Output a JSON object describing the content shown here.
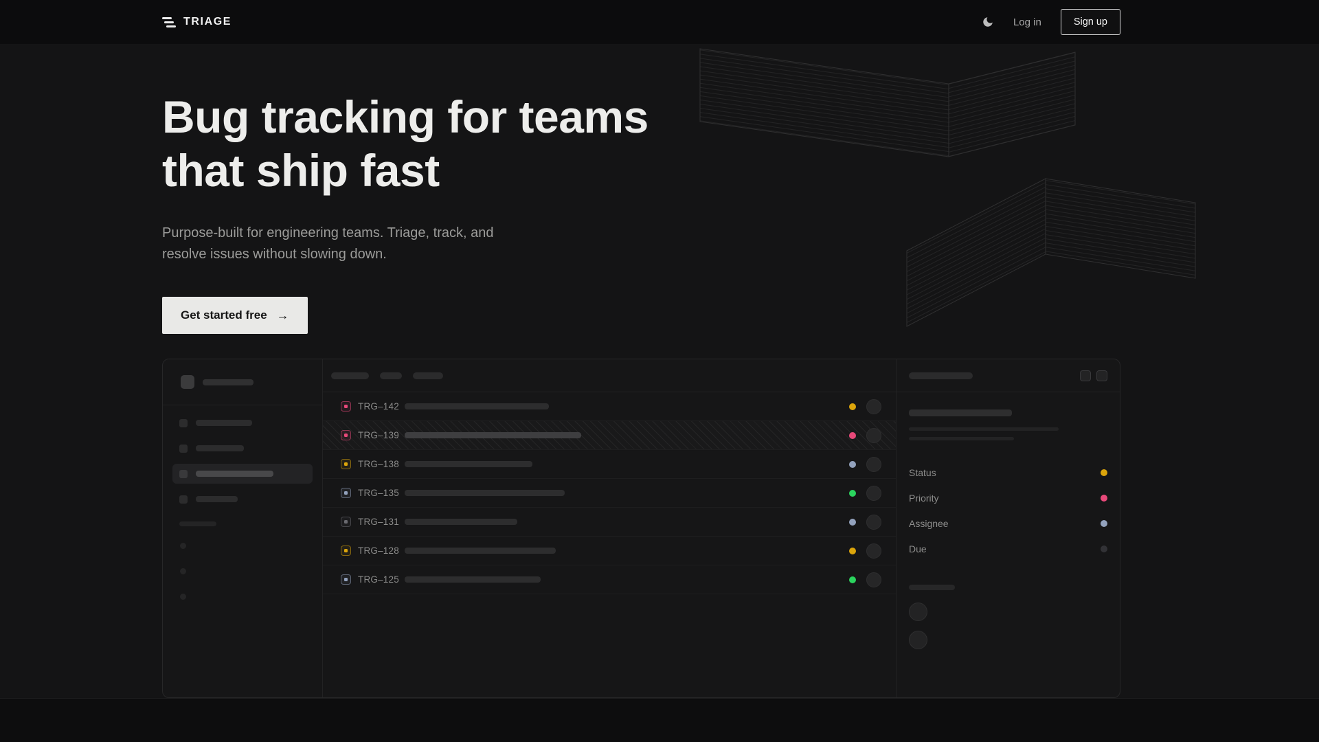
{
  "nav": {
    "brand": "TRIAGE",
    "login": "Log in",
    "signup": "Sign up"
  },
  "hero": {
    "heading_line1": "Bug tracking for teams",
    "heading_line2": "that ship fast",
    "subtitle_line1": "Purpose-built for engineering teams. Triage, track, and",
    "subtitle_line2": "resolve issues without slowing down.",
    "cta": "Get started free",
    "cta_arrow": "→"
  },
  "colors": {
    "yellow": "#dca50b",
    "pink": "#e8497a",
    "green": "#2bd45e",
    "blue": "#93a2bd",
    "gray": "#6a6a70",
    "muted": "#323236"
  },
  "mockup": {
    "sidebar": {
      "head_bar": 74,
      "rows": [
        {
          "bar": 82,
          "active": false
        },
        {
          "bar": 70,
          "active": false
        },
        {
          "bar": 113,
          "active": true
        },
        {
          "bar": 61,
          "active": false
        }
      ],
      "short_bar": 54,
      "dots": 3
    },
    "list": {
      "tabs": [
        55,
        32,
        44
      ],
      "issues": [
        {
          "id": "TRG–142",
          "icon": "pink",
          "dot": "yellow",
          "bar": 210,
          "highlight": false
        },
        {
          "id": "TRG–139",
          "icon": "pink",
          "dot": "pink",
          "bar": 257,
          "highlight": true
        },
        {
          "id": "TRG–138",
          "icon": "yellow",
          "dot": "blue",
          "bar": 186,
          "highlight": false
        },
        {
          "id": "TRG–135",
          "icon": "blue",
          "dot": "green",
          "bar": 233,
          "highlight": false
        },
        {
          "id": "TRG–131",
          "icon": "gray",
          "dot": "blue",
          "bar": 164,
          "highlight": false
        },
        {
          "id": "TRG–128",
          "icon": "yellow",
          "dot": "yellow",
          "bar": 220,
          "highlight": false
        },
        {
          "id": "TRG–125",
          "icon": "blue",
          "dot": "green",
          "bar": 198,
          "highlight": false
        }
      ]
    },
    "panel": {
      "head_bar": 93,
      "title_bar": 150,
      "lines": [
        218,
        153
      ],
      "details": [
        {
          "label": "Status",
          "dot": "yellow"
        },
        {
          "label": "Priority",
          "dot": "pink"
        },
        {
          "label": "Assignee",
          "dot": "blue"
        },
        {
          "label": "Due",
          "dot": "muted"
        }
      ],
      "foot_bar": 67,
      "avatars": 2
    }
  }
}
